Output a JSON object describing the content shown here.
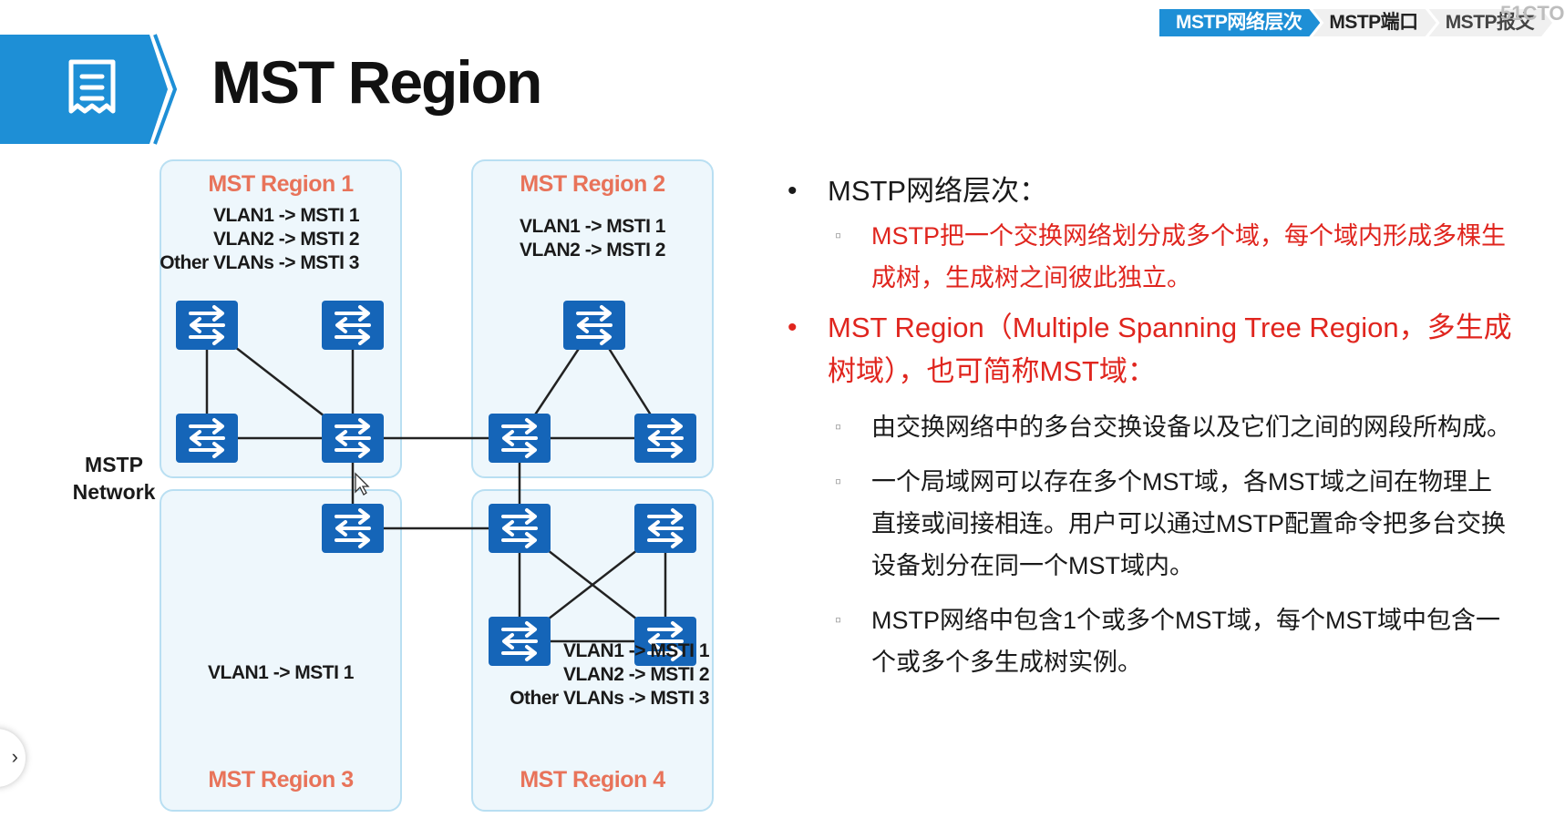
{
  "breadcrumb": {
    "items": [
      "MSTP网络层次",
      "MSTP端口",
      "MSTP报文"
    ],
    "watermark": "51CTO"
  },
  "title": "MST Region",
  "diagram": {
    "network_label_line1": "MSTP",
    "network_label_line2": "Network",
    "regions": [
      {
        "name": "MST Region 1",
        "mappings": [
          "VLAN1 -> MSTI 1",
          "VLAN2 -> MSTI 2",
          "Other VLANs -> MSTI 3"
        ]
      },
      {
        "name": "MST Region 2",
        "mappings": [
          "VLAN1 -> MSTI 1",
          "VLAN2 -> MSTI 2"
        ]
      },
      {
        "name": "MST Region 3",
        "mappings": [
          "VLAN1 -> MSTI 1"
        ]
      },
      {
        "name": "MST Region 4",
        "mappings": [
          "VLAN1 -> MSTI 1",
          "VLAN2 -> MSTI 2",
          "Other VLANs -> MSTI 3"
        ]
      }
    ],
    "switch_icon": "switch-arrows-icon",
    "colors": {
      "switch": "#1565b8",
      "region_fill": "#eef7fc",
      "region_border": "#b9dff2",
      "region_title": "#e8735a"
    }
  },
  "bullets": {
    "b1": "MSTP网络层次：",
    "b1_sub": "MSTP把一个交换网络划分成多个域，每个域内形成多棵生成树，生成树之间彼此独立。",
    "b2": "MST Region（Multiple Spanning Tree Region，多生成树域），也可简称MST域：",
    "b2_subs": [
      "由交换网络中的多台交换设备以及它们之间的网段所构成。",
      "一个局域网可以存在多个MST域，各MST域之间在物理上直接或间接相连。用户可以通过MSTP配置命令把多台交换设备划分在同一个MST域内。",
      "MSTP网络中包含1个或多个MST域，每个MST域中包含一个或多个多生成树实例。"
    ]
  },
  "colors": {
    "accent": "#1e8fd6",
    "red": "#e0251e"
  }
}
